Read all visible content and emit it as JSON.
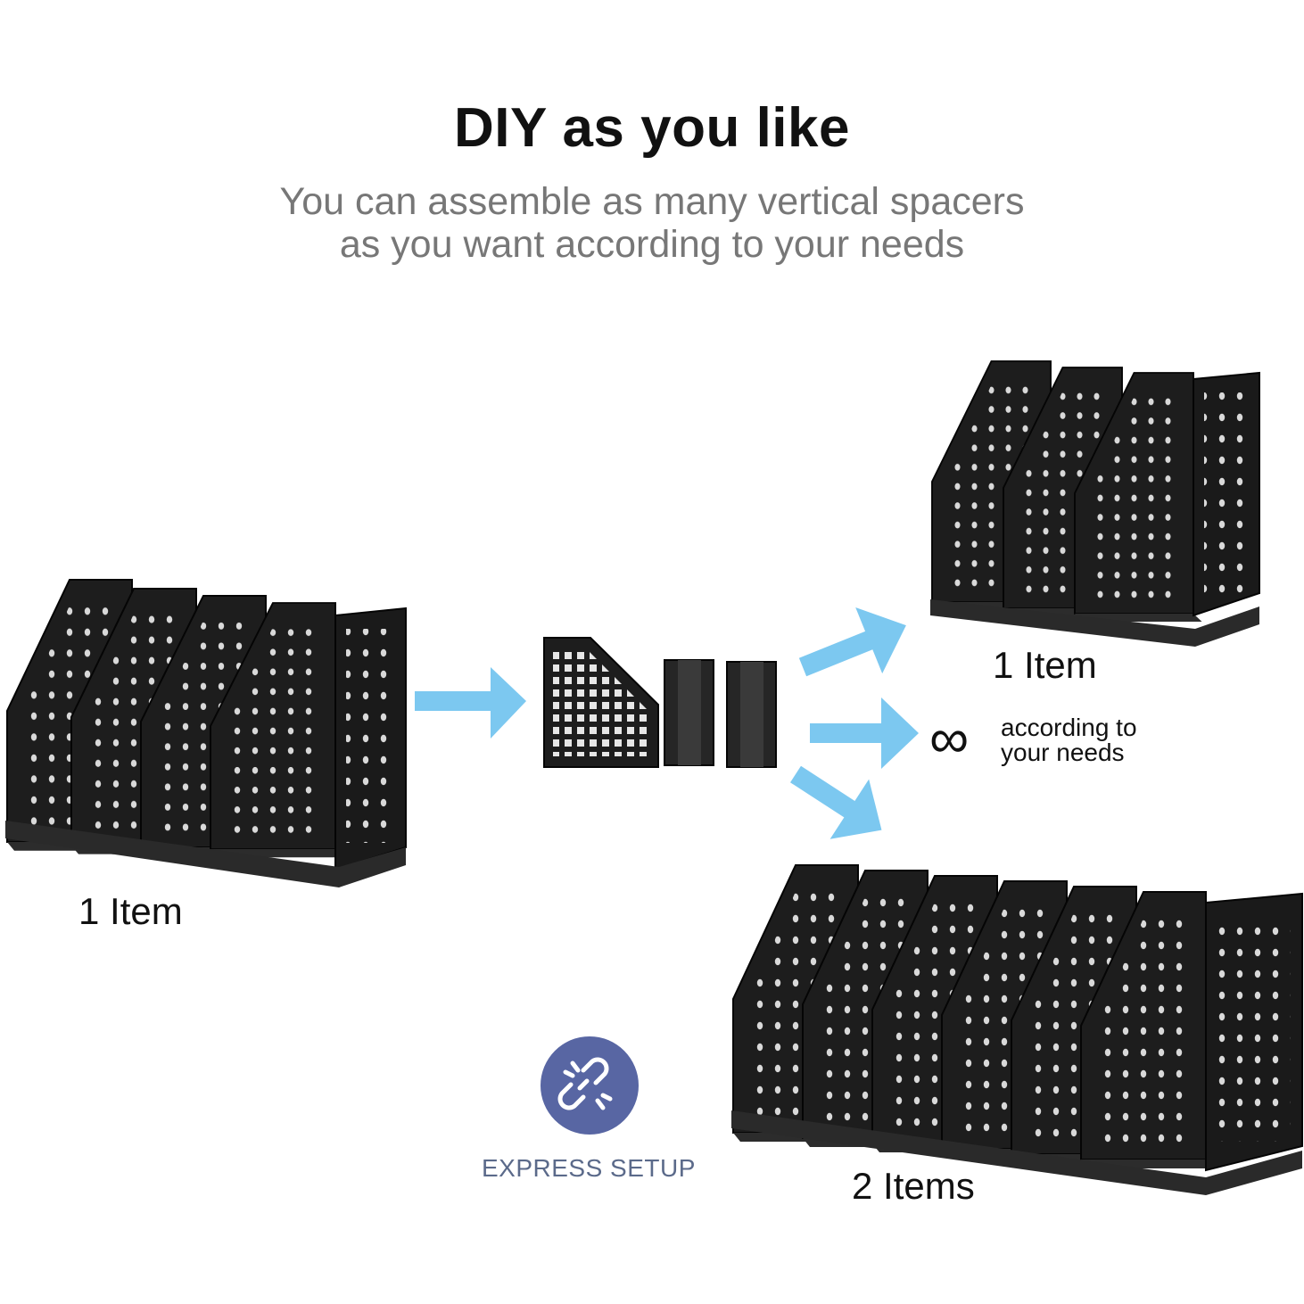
{
  "heading": {
    "title": "DIY as you like",
    "subtitle_line1": "You can assemble as many vertical spacers",
    "subtitle_line2": "as you want according to your needs"
  },
  "labels": {
    "left_item": "1 Item",
    "right_top_item": "1 Item",
    "right_bottom_items": "2 Items"
  },
  "infinity": {
    "symbol": "∞",
    "text_line1": "according to",
    "text_line2": "your needs"
  },
  "express": {
    "label": "EXPRESS SETUP",
    "icon": "broken-link-icon"
  },
  "colors": {
    "arrow": "#7cc8f0",
    "organizer": "#1d1d1d",
    "badge": "#5866a3"
  }
}
